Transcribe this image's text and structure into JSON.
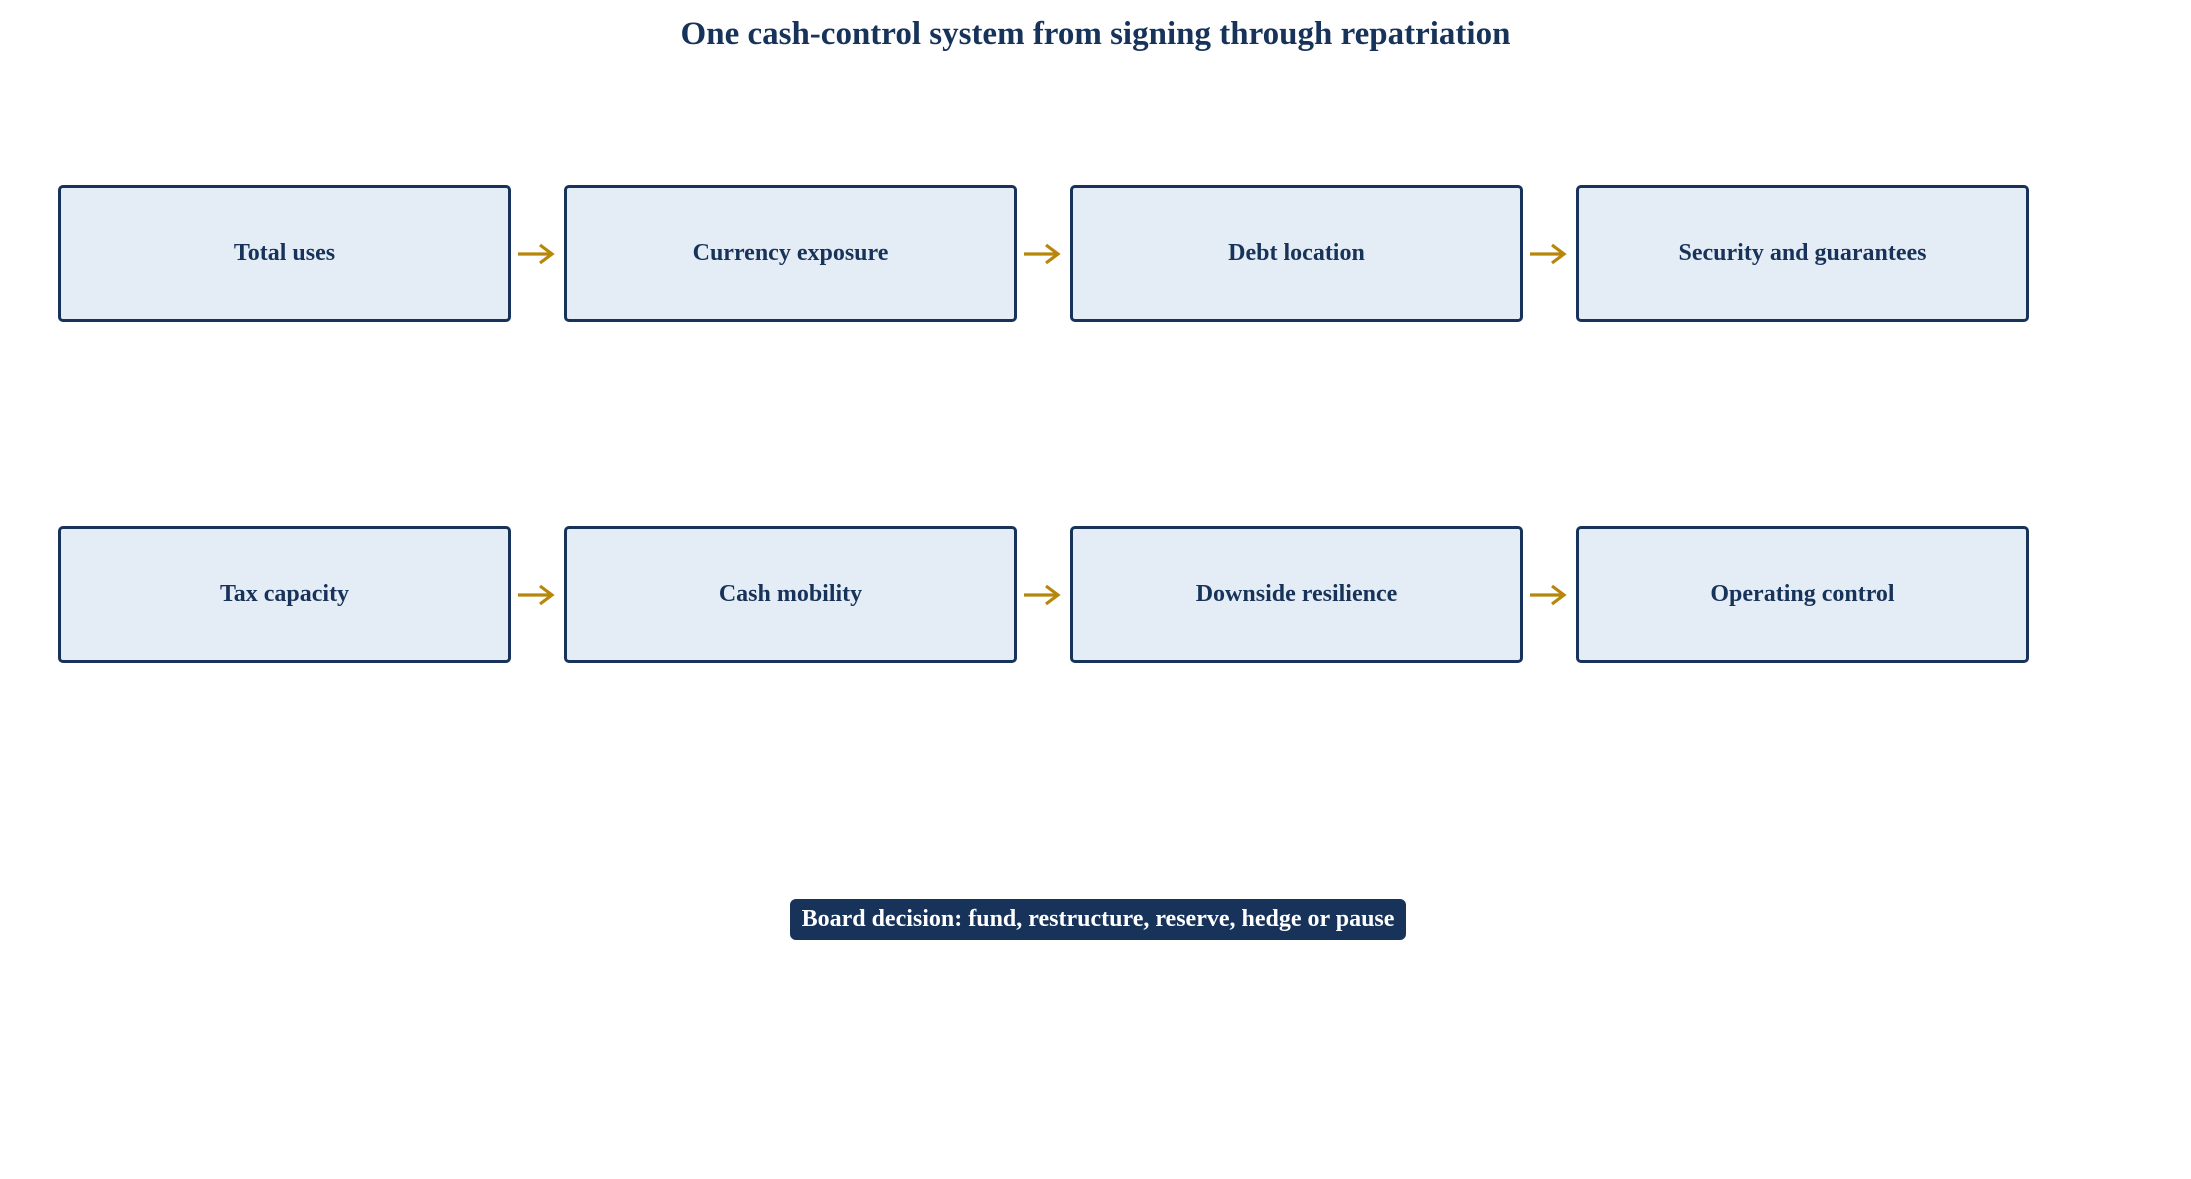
{
  "title": "One cash-control system from signing through repatriation",
  "colors": {
    "box_fill": "#e4ecf5",
    "box_border": "#17335a",
    "text": "#17335a",
    "arrow": "#b8860b",
    "decision_fill": "#17335a",
    "decision_text": "#ffffff"
  },
  "rows": [
    {
      "steps": [
        "Total uses",
        "Currency exposure",
        "Debt location",
        "Security and guarantees"
      ]
    },
    {
      "steps": [
        "Tax capacity",
        "Cash mobility",
        "Downside resilience",
        "Operating control"
      ]
    }
  ],
  "decision": "Board decision: fund, restructure, reserve, hedge or pause"
}
